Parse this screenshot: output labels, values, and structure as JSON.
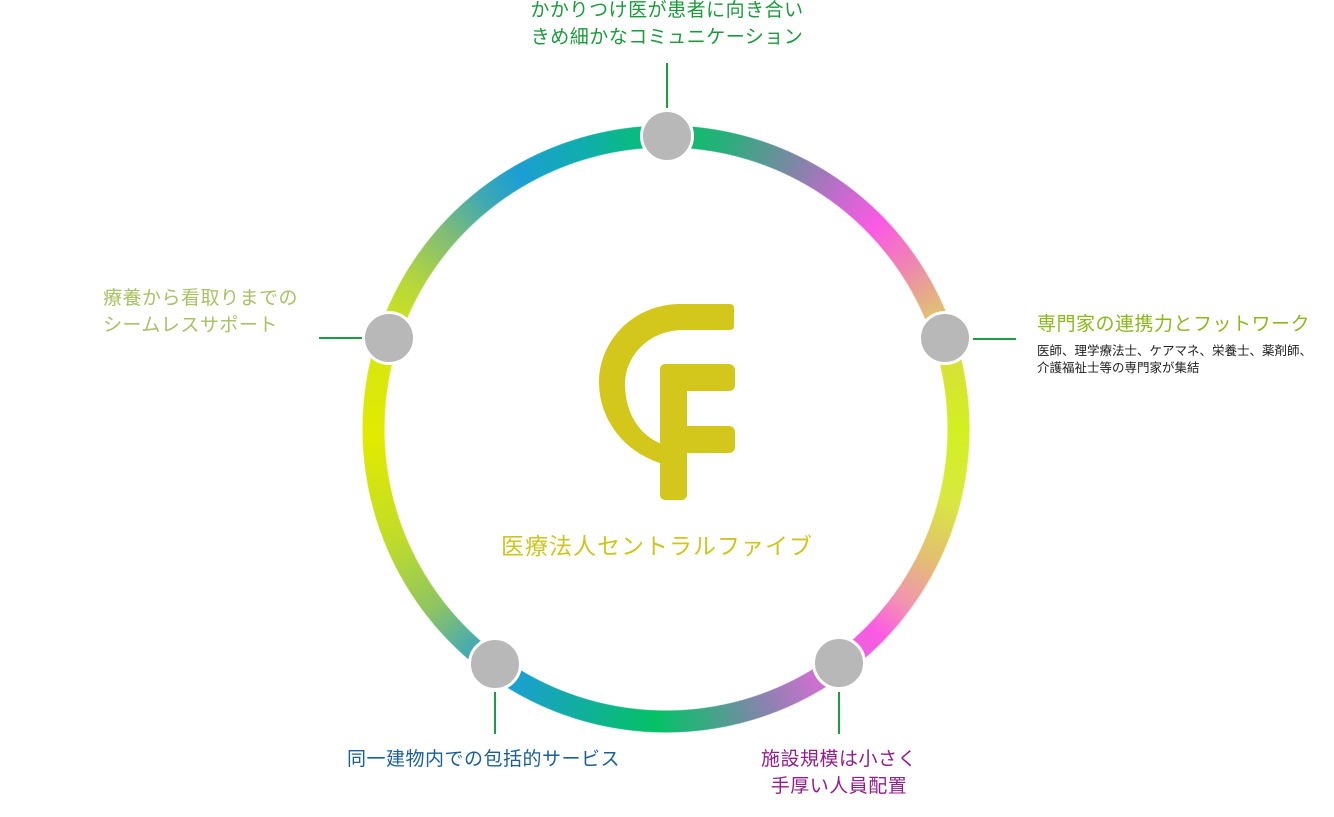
{
  "colors": {
    "top_label": "#1a9a3a",
    "right_label": "#8cb81c",
    "left_label": "#a8c264",
    "bottom_left_label": "#1a5f9a",
    "bottom_right_label": "#951c8c",
    "logo": "#d3c71b",
    "title": "#cfc520",
    "node": "#b8b8b8",
    "connector": "#18a040"
  },
  "center": {
    "logo_icon": "cf-logo-icon",
    "title": "医療法人セントラルファイブ"
  },
  "points": {
    "top": {
      "line1": "かかりつけ医が患者に向き合い",
      "line2": "きめ細かなコミュニケーション"
    },
    "right": {
      "heading": "専門家の連携力とフットワーク",
      "detail_line1": "医師、理学療法士、ケアマネ、栄養士、薬剤師、",
      "detail_line2": "介護福祉士等の専門家が集結"
    },
    "left": {
      "line1": "療養から看取りまでの",
      "line2": "シームレスサポート"
    },
    "bottom_left": {
      "line1": "同一建物内での包括的サービス"
    },
    "bottom_right": {
      "line1": "施設規模は小さく",
      "line2": "手厚い人員配置"
    }
  }
}
